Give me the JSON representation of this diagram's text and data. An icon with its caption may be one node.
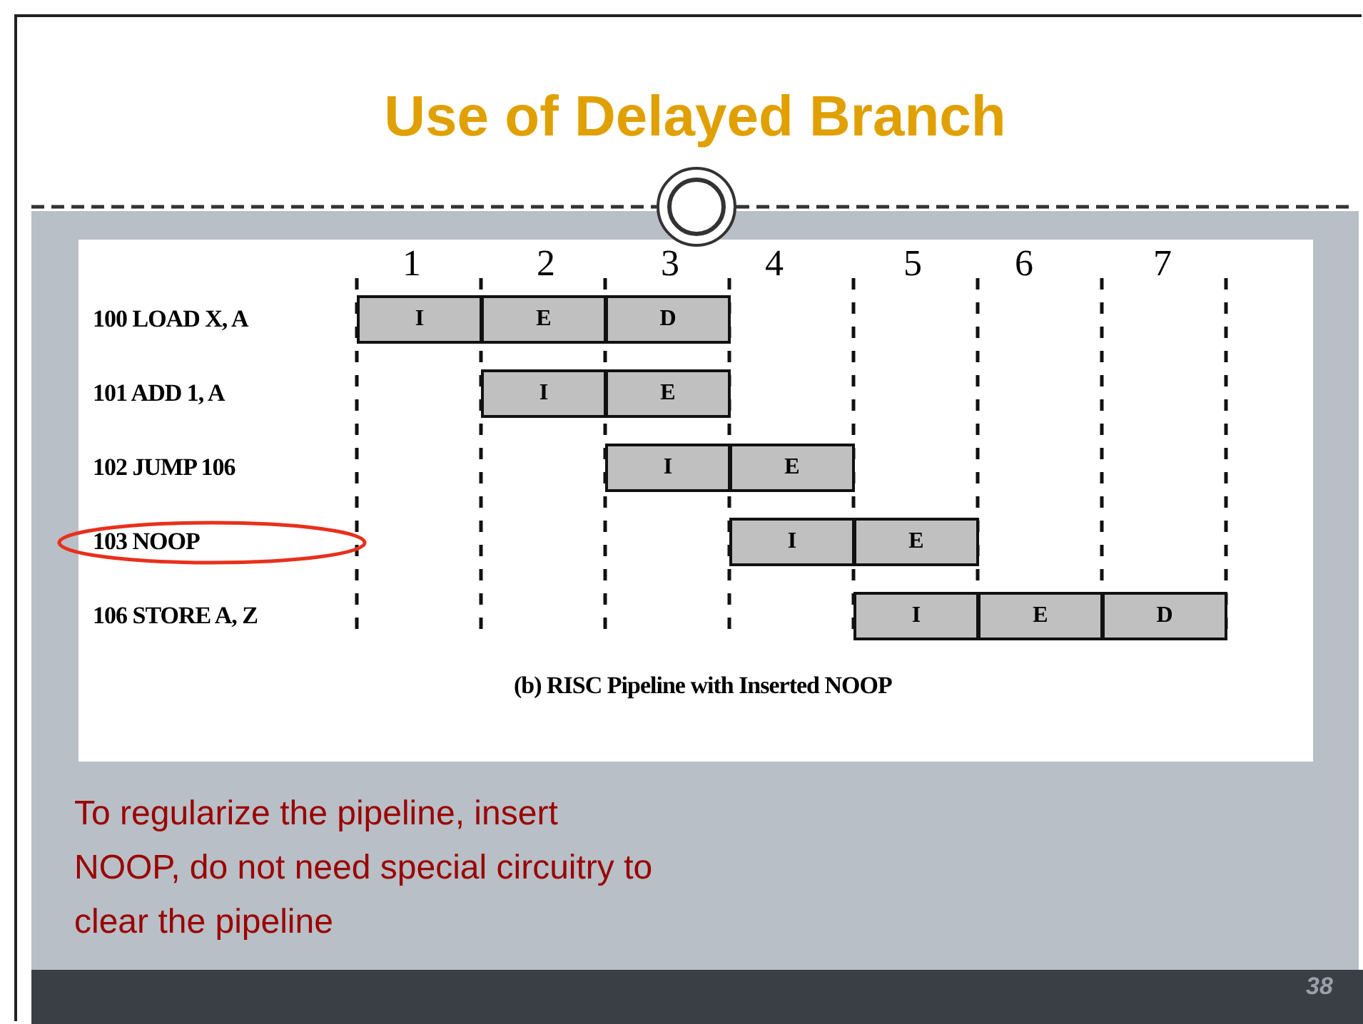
{
  "diagram": {
    "title": "Use of Delayed Branch",
    "caption": "(b) RISC Pipeline with Inserted NOOP",
    "nodes": [
      {
        "text": [
          "I"
        ]
      },
      {
        "text": [
          "E"
        ]
      },
      {
        "text": [
          "D"
        ]
      },
      {
        "text": [
          "I"
        ]
      },
      {
        "text": [
          "E"
        ]
      },
      {
        "text": [
          "I"
        ]
      },
      {
        "text": [
          "E"
        ]
      },
      {
        "text": [
          "103 NOOP"
        ]
      },
      {
        "text": [
          "I"
        ]
      },
      {
        "text": [
          "E"
        ]
      },
      {
        "text": [
          "I"
        ]
      },
      {
        "text": [
          "E"
        ]
      },
      {
        "text": [
          "D"
        ]
      }
    ],
    "labels": [
      "1",
      "2",
      "3",
      "4",
      "5",
      "6",
      "7",
      "100 LOAD X, A",
      "101 ADD 1, A",
      "102 JUMP 106",
      "106 STORE A, Z",
      "To regularize the pipeline, insert NOOP, do not need special circuitry to clear the pipeline",
      "38"
    ]
  }
}
